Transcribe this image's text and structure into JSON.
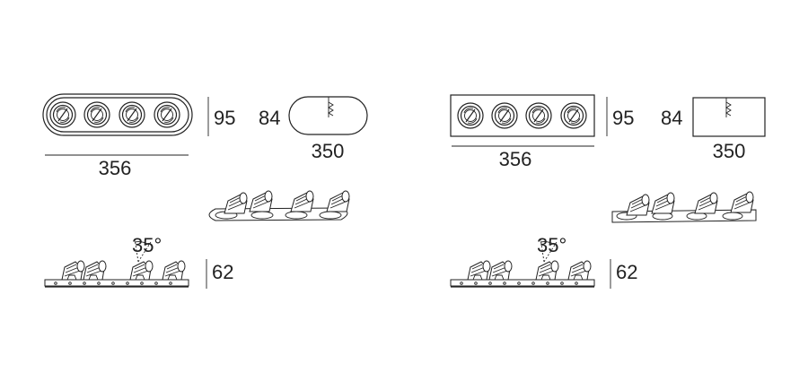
{
  "variants": [
    {
      "id": "rounded",
      "top_width_label": "356",
      "top_height_label": "95",
      "side_depth_label": "84",
      "side_width_label": "350",
      "profile_height_label": "62",
      "tilt_label": "35°"
    },
    {
      "id": "square",
      "top_width_label": "356",
      "top_height_label": "95",
      "side_depth_label": "84",
      "side_width_label": "350",
      "profile_height_label": "62",
      "tilt_label": "35°"
    }
  ]
}
